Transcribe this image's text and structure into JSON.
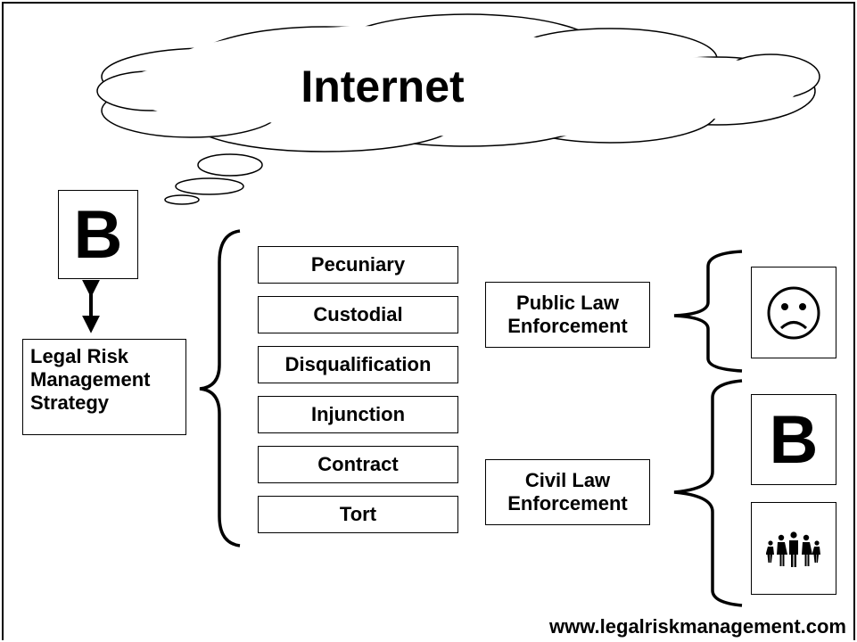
{
  "cloud": {
    "label": "Internet"
  },
  "business": {
    "letter": "B"
  },
  "strategy": {
    "label": "Legal Risk\nManagement\nStrategy"
  },
  "categories": [
    "Pecuniary",
    "Custodial",
    "Disqualification",
    "Injunction",
    "Contract",
    "Tort"
  ],
  "enforcement": {
    "public": "Public Law\nEnforcement",
    "civil": "Civil Law\nEnforcement"
  },
  "outcomes": {
    "public_icon": "sad-face-icon",
    "civil_business_letter": "B",
    "civil_people_icon": "family-icon"
  },
  "footer": {
    "url": "www.legalriskmanagement.com"
  }
}
